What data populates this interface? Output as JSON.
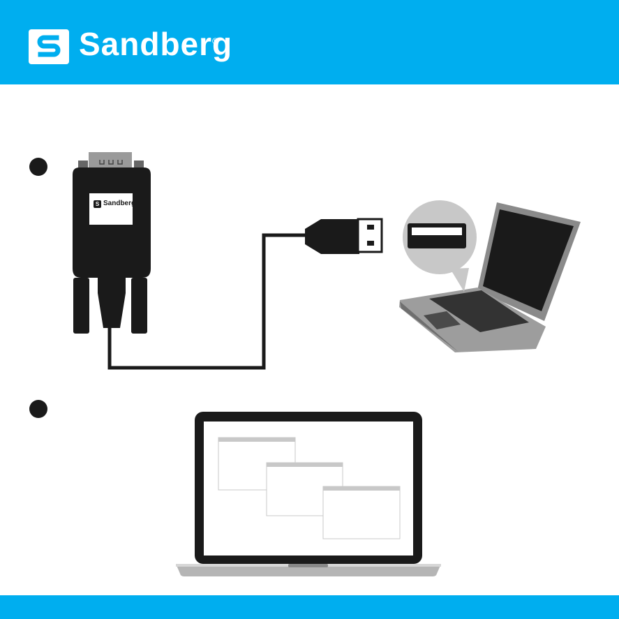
{
  "brand": {
    "name": "Sandberg",
    "reg_mark": "®",
    "logo_letter": "S"
  },
  "label": {
    "brand": "Sandberg"
  },
  "colors": {
    "brand_blue": "#00aeef",
    "device_dark": "#1a1a1a",
    "bubble_grey": "#c8c8c8",
    "laptop_grey": "#9d9d9d"
  },
  "steps": [
    "step-1",
    "step-2"
  ]
}
